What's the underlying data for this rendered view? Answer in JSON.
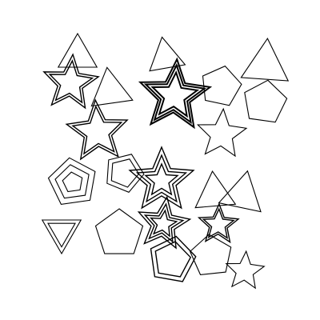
{
  "image": {
    "background_color": "#ffffff",
    "stroke_color": "#000000",
    "shapes": [
      {
        "kind": "triangle",
        "rings": 1
      },
      {
        "kind": "star",
        "rings": 2
      },
      {
        "kind": "triangle",
        "rings": 1
      },
      {
        "kind": "triangle",
        "rings": 1
      },
      {
        "kind": "star",
        "rings": 3
      },
      {
        "kind": "pentagon",
        "rings": 1
      },
      {
        "kind": "triangle",
        "rings": 1
      },
      {
        "kind": "pentagon",
        "rings": 1
      },
      {
        "kind": "star",
        "rings": 2
      },
      {
        "kind": "star",
        "rings": 1
      },
      {
        "kind": "pentagon",
        "rings": 3
      },
      {
        "kind": "pentagon",
        "rings": 2
      },
      {
        "kind": "star",
        "rings": 3
      },
      {
        "kind": "triangle",
        "rings": 1
      },
      {
        "kind": "triangle",
        "rings": 1
      },
      {
        "kind": "triangle",
        "rings": 2
      },
      {
        "kind": "pentagon",
        "rings": 1
      },
      {
        "kind": "star",
        "rings": 3
      },
      {
        "kind": "star",
        "rings": 2
      },
      {
        "kind": "pentagon",
        "rings": 2
      },
      {
        "kind": "pentagon",
        "rings": 1
      },
      {
        "kind": "star",
        "rings": 1
      }
    ]
  }
}
